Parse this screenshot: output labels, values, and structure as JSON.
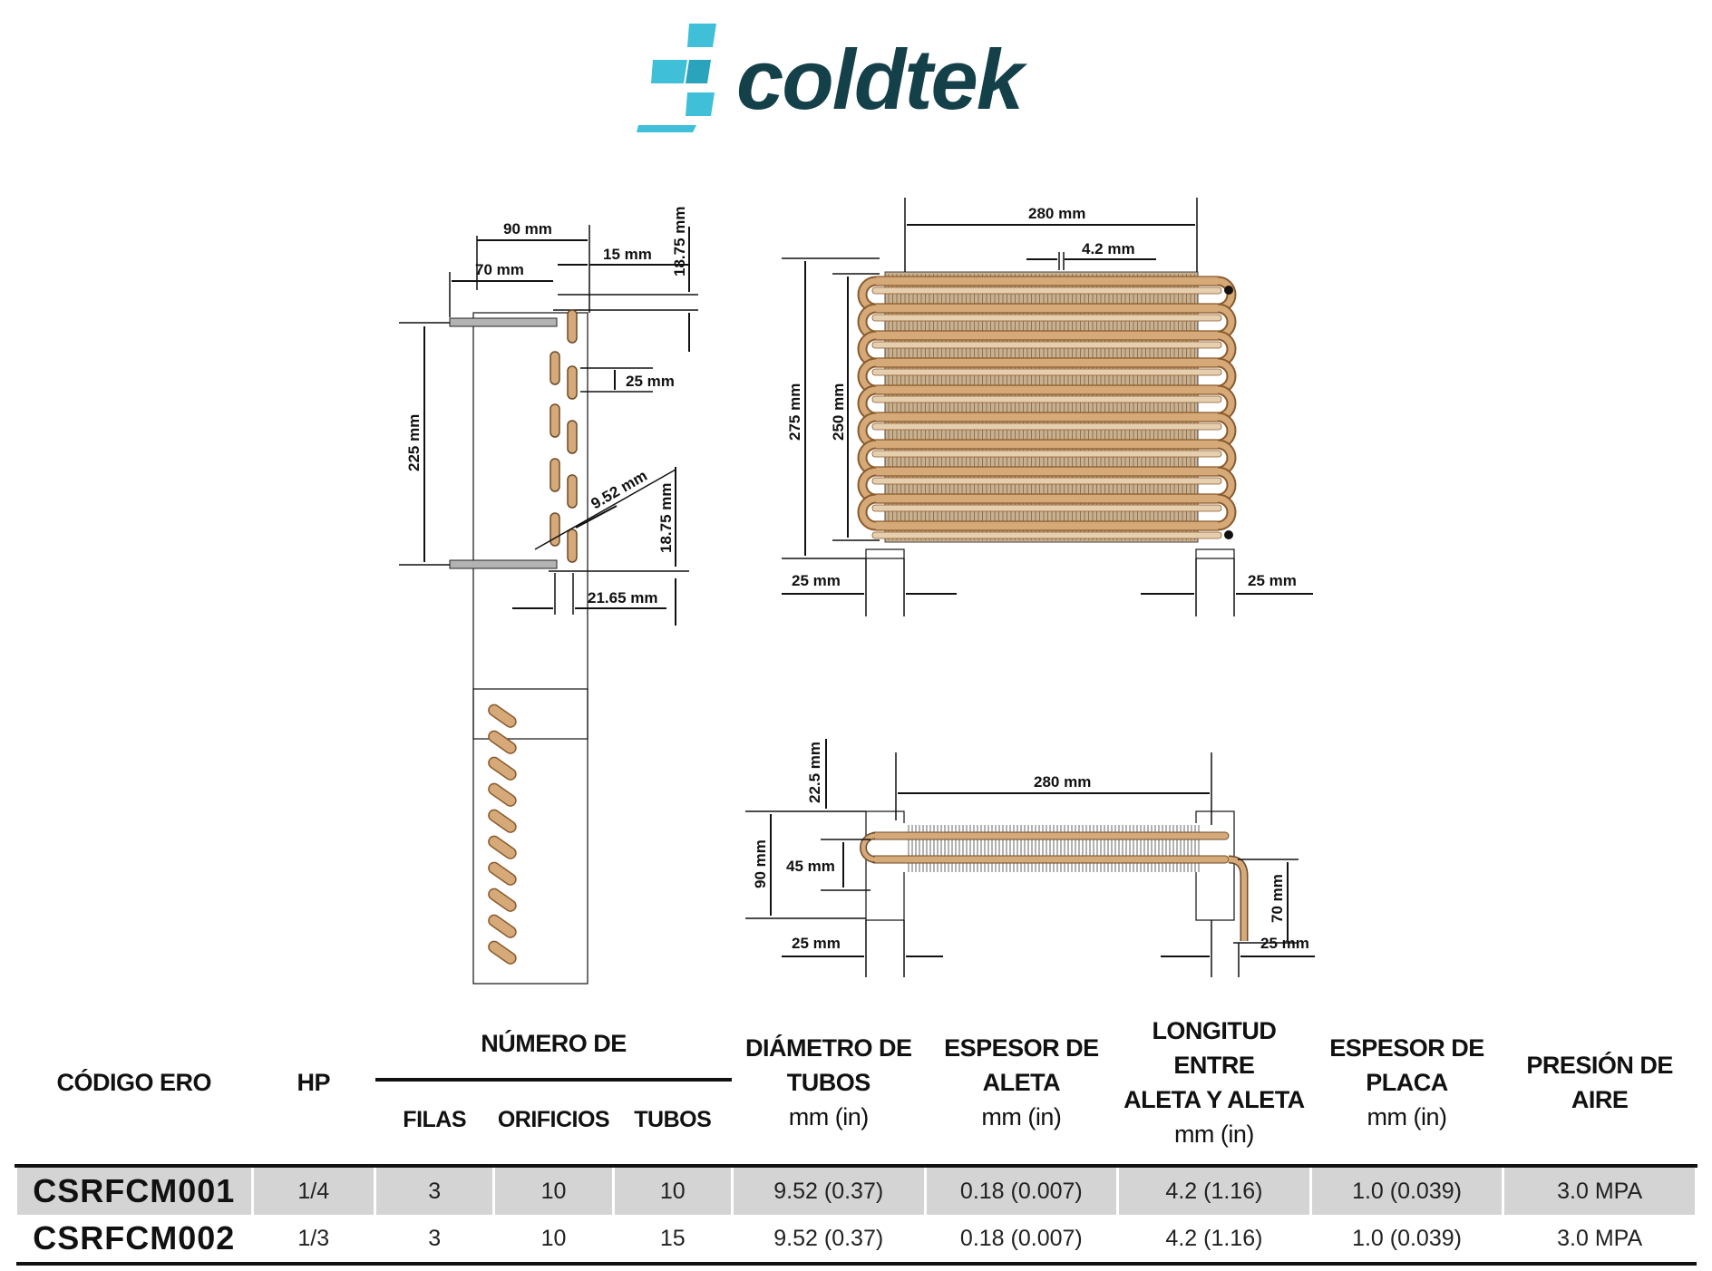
{
  "brand": {
    "name": "coldtek",
    "color_dark": "#14404a",
    "color_accent": "#3fbfd8"
  },
  "drawings": {
    "side": {
      "w_total": "90 mm",
      "w_inner": "70 mm",
      "gap": "15 mm",
      "top_offset": "18.75 mm",
      "pitch": "25 mm",
      "height": "225 mm",
      "tube_dia": "9.52 mm",
      "bottom_offset": "18.75 mm",
      "row_pitch": "21.65 mm"
    },
    "front": {
      "width": "280 mm",
      "fin_pitch": "4.2 mm",
      "h_outer": "275 mm",
      "h_inner": "250 mm",
      "left_end": "25 mm",
      "right_end": "25 mm"
    },
    "top": {
      "top_offset": "22.5 mm",
      "width": "280 mm",
      "depth": "90 mm",
      "inner": "45 mm",
      "stub": "70 mm",
      "left_end": "25 mm",
      "right_end": "25 mm"
    },
    "colors": {
      "copper": "#d6a978",
      "copper_dark": "#8a5a2c",
      "fin": "#b3b3b3"
    }
  },
  "table": {
    "headers": {
      "code": "CÓDIGO ERO",
      "hp": "HP",
      "numero_de": "NÚMERO DE",
      "filas": "FILAS",
      "orificios": "ORIFICIOS",
      "tubos": "TUBOS",
      "diametro": [
        "DIÁMETRO DE",
        "TUBOS",
        "mm (in)"
      ],
      "espesor_aleta": [
        "ESPESOR DE",
        "ALETA",
        "mm (in)"
      ],
      "longitud": [
        "LONGITUD ENTRE",
        "ALETA Y ALETA",
        "mm (in)"
      ],
      "espesor_placa": [
        "ESPESOR DE",
        "PLACA",
        "mm (in)"
      ],
      "presion": [
        "PRESIÓN DE",
        "AIRE"
      ]
    },
    "rows": [
      {
        "code": "CSRFCM001",
        "hp": "1/4",
        "filas": "3",
        "orificios": "10",
        "tubos": "10",
        "diametro": "9.52 (0.37)",
        "espesor_aleta": "0.18 (0.007)",
        "longitud": "4.2 (1.16)",
        "espesor_placa": "1.0 (0.039)",
        "presion": "3.0 MPA"
      },
      {
        "code": "CSRFCM002",
        "hp": "1/3",
        "filas": "3",
        "orificios": "10",
        "tubos": "15",
        "diametro": "9.52 (0.37)",
        "espesor_aleta": "0.18 (0.007)",
        "longitud": "4.2 (1.16)",
        "espesor_placa": "1.0 (0.039)",
        "presion": "3.0 MPA"
      }
    ]
  }
}
